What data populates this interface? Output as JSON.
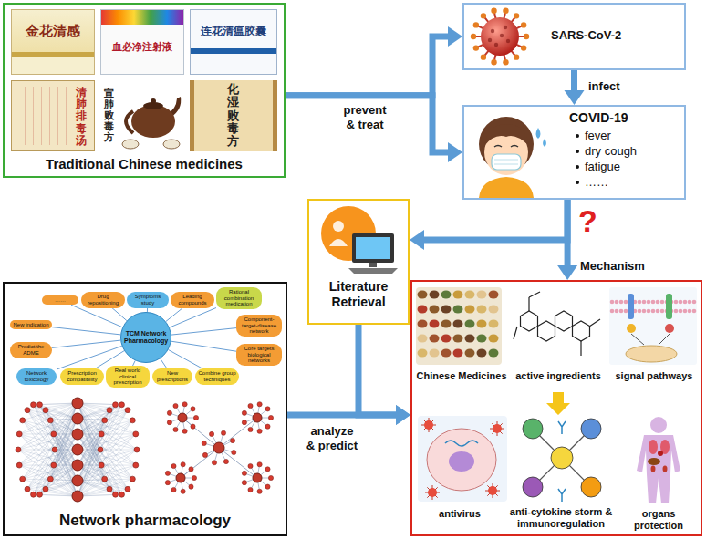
{
  "diagram": {
    "nodes": [
      {
        "text": [
          "Traditional Chinese medicines"
        ]
      },
      {
        "text": [
          "金花清感"
        ],
        "in": 0
      },
      {
        "text": [
          "血必净注射液"
        ],
        "in": 0
      },
      {
        "text": [
          "连花清瘟胶囊"
        ],
        "in": 0
      },
      {
        "text": [
          "清肺排毒汤"
        ],
        "in": 0
      },
      {
        "text": [
          "宣肺败毒方"
        ],
        "in": 0
      },
      {
        "text": [
          "化湿败毒方"
        ],
        "in": 0
      },
      {
        "text": [
          "SARS-CoV-2"
        ]
      },
      {
        "text": [
          "COVID-19",
          "fever",
          "dry cough",
          "fatigue",
          "……"
        ]
      },
      {
        "text": [
          "Literature Retrieval"
        ]
      },
      {
        "text": [
          "Network pharmacology"
        ]
      },
      {
        "text": [
          "TCM Network Pharmacology"
        ],
        "in": 10
      },
      {
        "text": [
          "New indication"
        ],
        "in": 10
      },
      {
        "text": [
          "……"
        ],
        "in": 10
      },
      {
        "text": [
          "Drug repositioning"
        ],
        "in": 10
      },
      {
        "text": [
          "Symptoms study"
        ],
        "in": 10
      },
      {
        "text": [
          "Leading compounds"
        ],
        "in": 10
      },
      {
        "text": [
          "Rational combination medication"
        ],
        "in": 10
      },
      {
        "text": [
          "Component-target-disease network"
        ],
        "in": 10
      },
      {
        "text": [
          "Core targets biological networks"
        ],
        "in": 10
      },
      {
        "text": [
          "Combine group techniques"
        ],
        "in": 10
      },
      {
        "text": [
          "New prescriptions"
        ],
        "in": 10
      },
      {
        "text": [
          "Real world clinical prescription"
        ],
        "in": 10
      },
      {
        "text": [
          "Prescription compatibility"
        ],
        "in": 10
      },
      {
        "text": [
          "Network toxicology"
        ],
        "in": 10
      },
      {
        "text": [
          "Predict the ADME"
        ],
        "in": 10
      },
      {
        "text": [
          "Chinese Medicines",
          "active ingredients",
          "signal pathways",
          "antivirus",
          "anti-cytokine storm & immunoregulation",
          "organs protection"
        ]
      }
    ],
    "edges": [
      {
        "from": 0,
        "to": 7,
        "arrow": "to",
        "label": "prevent & treat"
      },
      {
        "from": 0,
        "to": 8,
        "arrow": "to"
      },
      {
        "from": 7,
        "to": 8,
        "arrow": "to",
        "label": "infect"
      },
      {
        "from": 8,
        "to": 26,
        "arrow": "to",
        "label": "Mechanism"
      },
      {
        "from": 8,
        "to": 9,
        "arrow": "to"
      },
      {
        "from": 9,
        "to": 26,
        "arrow": "to"
      },
      {
        "from": 10,
        "to": 26,
        "arrow": "to",
        "label": "analyze & predict"
      },
      {
        "from": 11,
        "to": 12,
        "arrow": "none"
      },
      {
        "from": 11,
        "to": 13,
        "arrow": "none"
      },
      {
        "from": 11,
        "to": 14,
        "arrow": "none"
      },
      {
        "from": 11,
        "to": 15,
        "arrow": "none"
      },
      {
        "from": 11,
        "to": 16,
        "arrow": "none"
      },
      {
        "from": 11,
        "to": 17,
        "arrow": "none"
      },
      {
        "from": 11,
        "to": 18,
        "arrow": "none"
      },
      {
        "from": 11,
        "to": 19,
        "arrow": "none"
      },
      {
        "from": 11,
        "to": 20,
        "arrow": "none"
      },
      {
        "from": 11,
        "to": 21,
        "arrow": "none"
      },
      {
        "from": 11,
        "to": 22,
        "arrow": "none"
      },
      {
        "from": 11,
        "to": 23,
        "arrow": "none"
      },
      {
        "from": 11,
        "to": 24,
        "arrow": "none"
      },
      {
        "from": 11,
        "to": 25,
        "arrow": "none"
      }
    ],
    "labels": [
      "?"
    ]
  }
}
